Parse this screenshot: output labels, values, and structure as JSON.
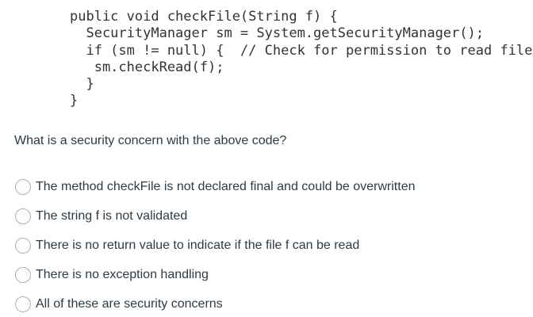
{
  "quiz": {
    "code_block": {
      "language": "java",
      "lines": [
        "public void checkFile(String f) {",
        "  SecurityManager sm = System.getSecurityManager();",
        "  if (sm != null) {  // Check for permission to read file",
        "   sm.checkRead(f);",
        "  }",
        "}"
      ]
    },
    "question": "What is a security concern with the above code?",
    "options": [
      {
        "label": "The method checkFile is not declared final and could be overwritten",
        "selected": false
      },
      {
        "label": "The string f is not validated",
        "selected": false
      },
      {
        "label": "There is no return value to indicate if the file f can be read",
        "selected": false
      },
      {
        "label": "There is no exception handling",
        "selected": false
      },
      {
        "label": "All of these are security concerns",
        "selected": false
      }
    ],
    "colors": {
      "background": "#ffffff",
      "body_text": "#2d3b45",
      "code_text": "#333333",
      "radio_border": "#a9b2b9",
      "radio_fill": "#fbfcfd"
    }
  }
}
